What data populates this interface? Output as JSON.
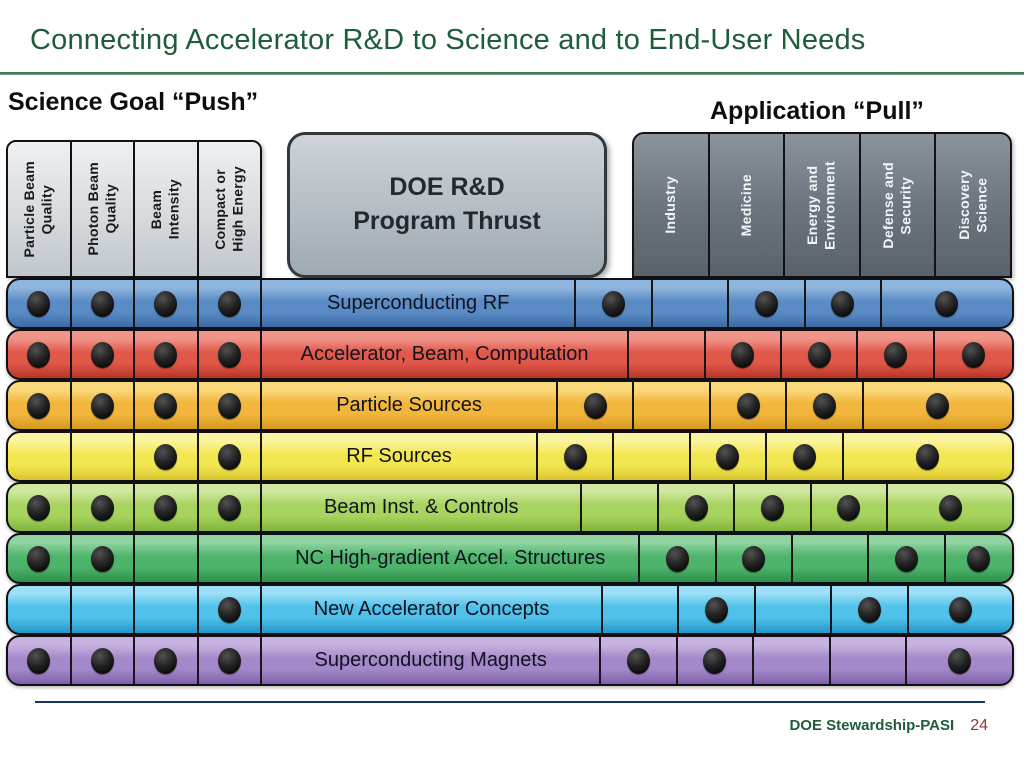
{
  "slide": {
    "title": "Connecting Accelerator R&D to Science and to End-User Needs",
    "footer_label": "DOE Stewardship-PASI",
    "page_number": "24"
  },
  "colors": {
    "title_green": "#1e5c3a",
    "divider_green": "#3f7a55",
    "footer_line_navy": "#17365d",
    "page_number_red": "#953735",
    "dot_black": "#1a1a1a"
  },
  "matrix": {
    "push_section_title": "Science Goal “Push”",
    "pull_section_title": "Application “Pull”",
    "center_header_line1": "DOE R&D",
    "center_header_line2": "Program Thrust",
    "push_columns": [
      "Particle Beam\nQuality",
      "Photon Beam\nQuality",
      "Beam\nIntensity",
      "Compact or\nHigh Energy"
    ],
    "pull_columns": [
      "Industry",
      "Medicine",
      "Energy and\nEnvironment",
      "Defense and\nSecurity",
      "Discovery\nScience"
    ],
    "rows": [
      {
        "label": "Superconducting RF",
        "colors": {
          "light": "#8fb6de",
          "base": "#5a8bc5",
          "dark": "#3c6ba6"
        },
        "push": [
          1,
          1,
          1,
          1
        ],
        "pull": [
          1,
          0,
          1,
          1,
          1
        ]
      },
      {
        "label": "Accelerator, Beam, Computation",
        "colors": {
          "light": "#f0958a",
          "base": "#e0584a",
          "dark": "#b93426"
        },
        "push": [
          1,
          1,
          1,
          1
        ],
        "pull": [
          0,
          1,
          1,
          1,
          1
        ]
      },
      {
        "label": "Particle Sources",
        "colors": {
          "light": "#f9d97c",
          "base": "#f3b63d",
          "dark": "#d6991f"
        },
        "push": [
          1,
          1,
          1,
          1
        ],
        "pull": [
          1,
          0,
          1,
          1,
          1
        ]
      },
      {
        "label": "RF Sources",
        "colors": {
          "light": "#fbf49e",
          "base": "#f3e751",
          "dark": "#d9c52e"
        },
        "push": [
          0,
          0,
          1,
          1
        ],
        "pull": [
          1,
          0,
          1,
          1,
          1
        ]
      },
      {
        "label": "Beam Inst. & Controls",
        "colors": {
          "light": "#cfe89e",
          "base": "#a7d35f",
          "dark": "#7fb43a"
        },
        "push": [
          1,
          1,
          1,
          1
        ],
        "pull": [
          0,
          1,
          1,
          1,
          1
        ]
      },
      {
        "label": "NC High-gradient Accel. Structures",
        "colors": {
          "light": "#90d4a2",
          "base": "#4fb46b",
          "dark": "#2c8f4a"
        },
        "push": [
          1,
          1,
          0,
          0
        ],
        "pull": [
          1,
          1,
          0,
          1,
          1
        ]
      },
      {
        "label": "New Accelerator Concepts",
        "colors": {
          "light": "#9cdff6",
          "base": "#4fc1eb",
          "dark": "#2497c7"
        },
        "push": [
          0,
          0,
          0,
          1
        ],
        "pull": [
          0,
          1,
          0,
          1,
          1
        ]
      },
      {
        "label": "Superconducting Magnets",
        "colors": {
          "light": "#c8b3e0",
          "base": "#a489ca",
          "dark": "#7e60aa"
        },
        "push": [
          1,
          1,
          1,
          1
        ],
        "pull": [
          1,
          1,
          0,
          0,
          1
        ]
      }
    ]
  }
}
